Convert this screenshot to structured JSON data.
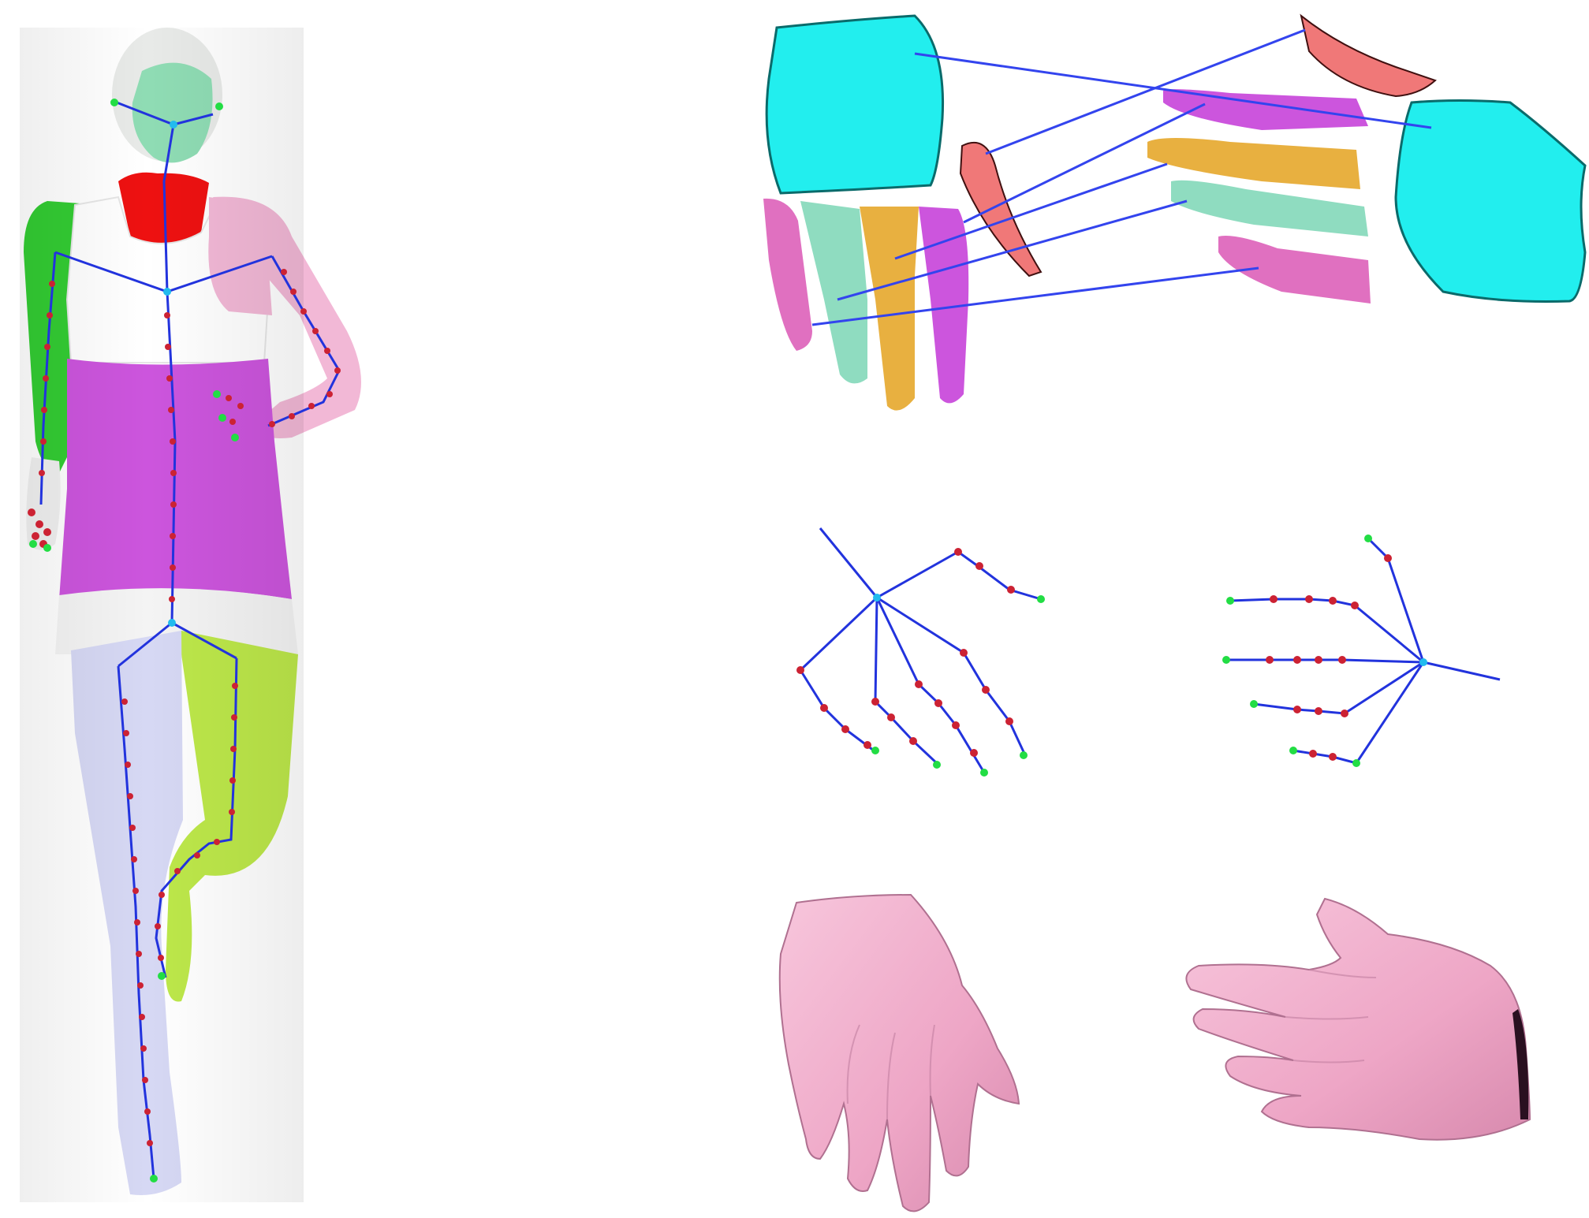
{
  "colors": {
    "background": "#ffffff",
    "skeleton_line": "#2233dd",
    "joint_red": "#cc2233",
    "joint_green": "#22dd44",
    "joint_cyan": "#22bbee",
    "head": "#e8eae8",
    "face": "#8fdcb4",
    "neck": "#ee1111",
    "upper_arm_right": "#33cc33",
    "upper_arm_left": "#f2b8d6",
    "chest": "#ffffff",
    "torso": "#cc55dd",
    "hips": "#f4f4f4",
    "leg_right": "#d6d8f4",
    "leg_left": "#bde84a",
    "palm": "#22eeee",
    "thumb": "#f07878",
    "finger_index": "#cc55dd",
    "finger_middle": "#e8b040",
    "finger_ring": "#8fdcc0",
    "finger_little": "#e070c0",
    "hand_surface": "#f2aacb"
  },
  "panels": [
    {
      "name": "body-segmentation",
      "icon": "body-model-icon"
    },
    {
      "name": "hand-segment-correspondence",
      "icon": "hand-segments-icon"
    },
    {
      "name": "hand-skeleton-pair",
      "icon": "hand-skeleton-icon"
    },
    {
      "name": "hand-mesh-pair",
      "icon": "hand-mesh-icon"
    }
  ]
}
